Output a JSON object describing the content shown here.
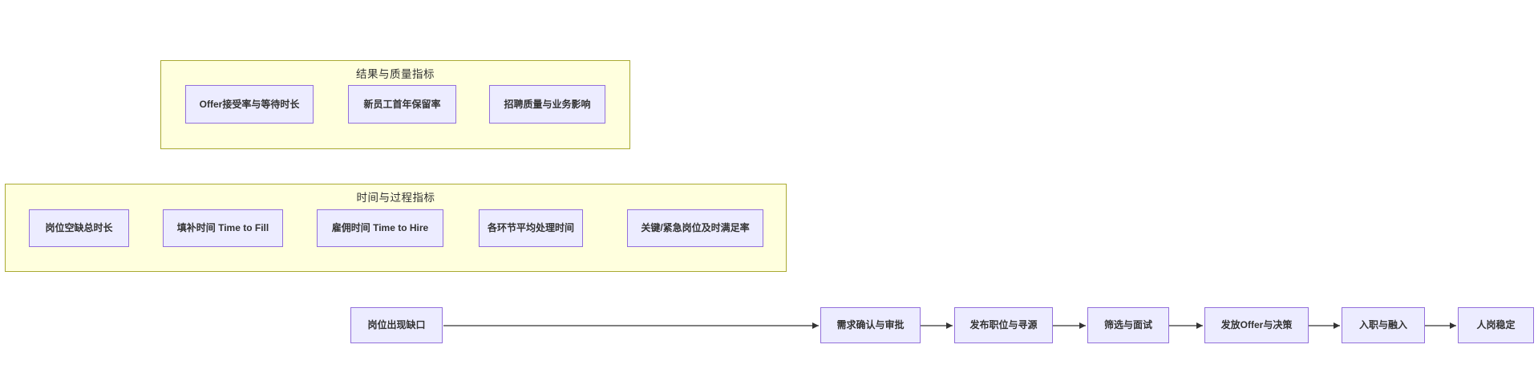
{
  "diagram": {
    "clusters": [
      {
        "title": "结果与质量指标",
        "nodes": [
          "Offer接受率与等待时长",
          "新员工首年保留率",
          "招聘质量与业务影响"
        ]
      },
      {
        "title": "时间与过程指标",
        "nodes": [
          "岗位空缺总时长",
          "填补时间 Time to Fill",
          "雇佣时间 Time to Hire",
          "各环节平均处理时间",
          "关键/紧急岗位及时满足率"
        ]
      }
    ],
    "flow": [
      "岗位出现缺口",
      "需求确认与审批",
      "发布职位与寻源",
      "筛选与面试",
      "发放Offer与决策",
      "入职与融入",
      "人岗稳定"
    ]
  },
  "colors": {
    "node_fill": "#ECECFF",
    "node_border": "#9370DB",
    "cluster_fill": "#FFFFDE",
    "cluster_border": "#AAAA33",
    "edge": "#333333",
    "text": "#333333"
  }
}
